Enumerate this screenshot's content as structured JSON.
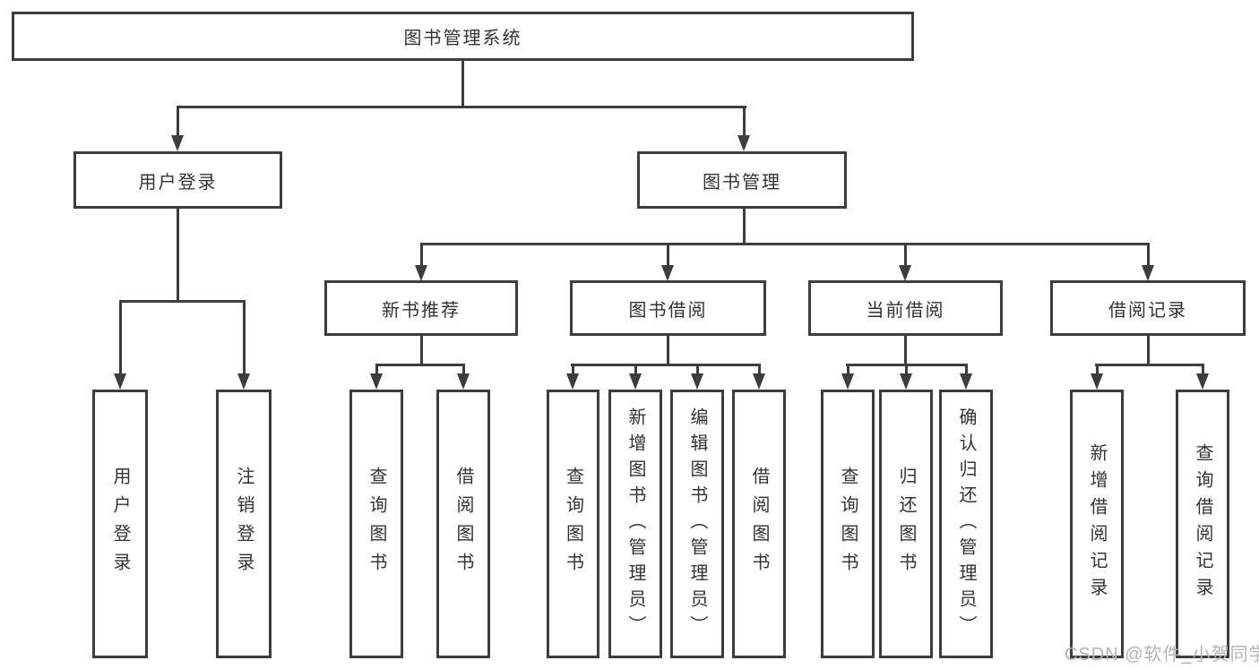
{
  "nodes": {
    "root": "图书管理系统",
    "user_login": "用户登录",
    "book_mgmt": "图书管理",
    "new_book": "新书推荐",
    "book_borrow": "图书借阅",
    "current_borrow": "当前借阅",
    "borrow_record": "借阅记录",
    "leaf_user_login": "用户登录",
    "leaf_logout": "注销登录",
    "leaf_nb_query": "查询图书",
    "leaf_nb_borrow": "借阅图书",
    "leaf_bb_query": "查询图书",
    "leaf_bb_add": "新增图书（管理员）",
    "leaf_bb_edit": "编辑图书（管理员）",
    "leaf_bb_borrow": "借阅图书",
    "leaf_cb_query": "查询图书",
    "leaf_cb_return": "归还图书",
    "leaf_cb_confirm": "确认归还（管理员）",
    "leaf_br_add": "新增借阅记录",
    "leaf_br_query": "查询借阅记录"
  },
  "watermark": "CSDN @软件_小贺同学",
  "colors": {
    "line": "#3d3d3d",
    "text": "#333333",
    "watermark": "#b3b3b3",
    "background": "#ffffff"
  }
}
